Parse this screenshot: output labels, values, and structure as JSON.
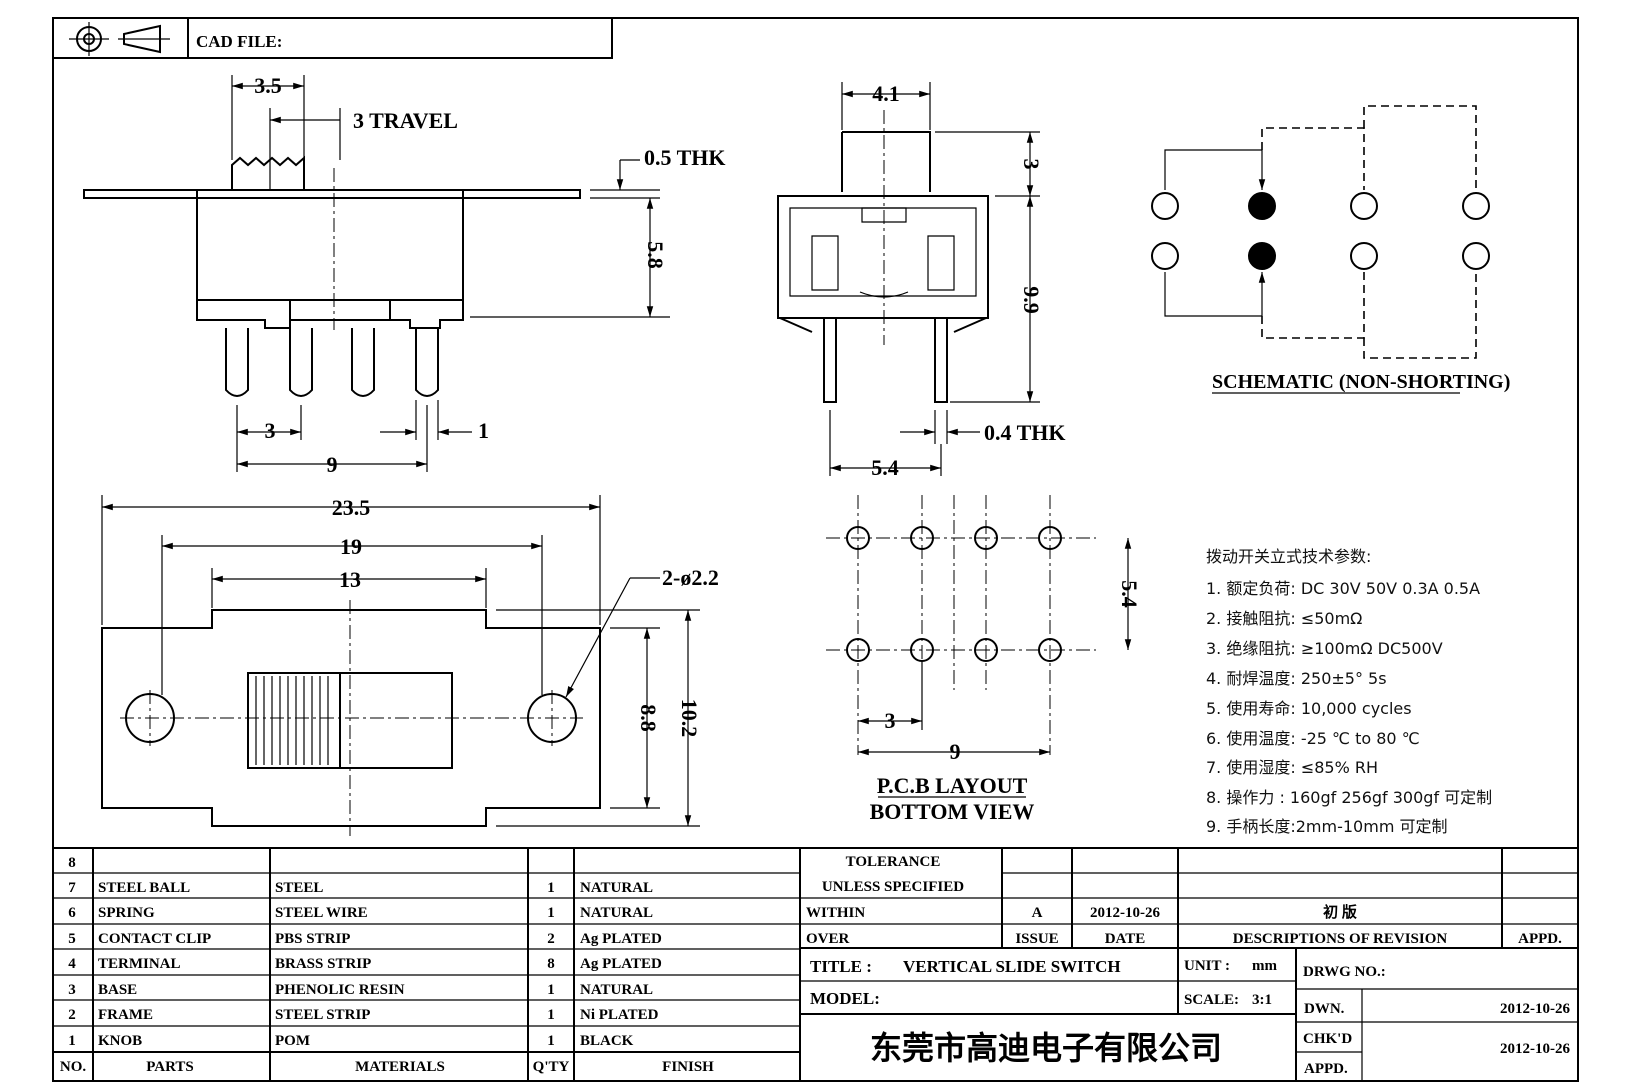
{
  "header": {
    "cad_file_label": "CAD FILE:"
  },
  "side_view": {
    "dims": {
      "knob_width": "3.5",
      "travel": "3 TRAVEL",
      "thickness": "0.5 THK",
      "height": "5.8",
      "pin_pitch": "3",
      "pin_width": "1",
      "pin_span": "9"
    }
  },
  "front_view": {
    "dims": {
      "knob_width": "4.1",
      "knob_height": "3",
      "total_height": "9.9",
      "pin_thk": "0.4 THK",
      "pin_offset": "5.4"
    }
  },
  "schematic": {
    "title": "SCHEMATIC (NON-SHORTING)"
  },
  "top_view": {
    "dims": {
      "overall": "23.5",
      "hole_spacing": "19",
      "body": "13",
      "holes": "2-ø2.2",
      "height_body": "8.8",
      "height_total": "10.2"
    }
  },
  "pcb": {
    "title_line1": "P.C.B LAYOUT",
    "title_line2": "BOTTOM VIEW",
    "dims": {
      "row_spacing": "5.4",
      "pitch": "3",
      "span": "9"
    }
  },
  "specs": {
    "heading": "拨动开关立式技术参数:",
    "items": [
      "1.  额定负荷: DC 30V    50V    0.3A    0.5A",
      "2.  接触阻抗: ≤50mΩ",
      "3.  绝缘阻抗: ≥100mΩ   DC500V",
      "4.  耐焊温度: 250±5°  5s",
      "5.  使用寿命: 10,000 cycles",
      "6.  使用温度: -25 ℃  to 80 ℃",
      "7.  使用湿度: ≤85% RH",
      "8.  操作力 : 160gf    256gf    300gf  可定制",
      "9.  手柄长度:2mm-10mm   可定制"
    ]
  },
  "bom": {
    "rows": [
      {
        "no": "8",
        "part": "",
        "material": "",
        "qty": "",
        "finish": ""
      },
      {
        "no": "7",
        "part": "STEEL BALL",
        "material": "STEEL",
        "qty": "1",
        "finish": "NATURAL"
      },
      {
        "no": "6",
        "part": "SPRING",
        "material": "STEEL WIRE",
        "qty": "1",
        "finish": "NATURAL"
      },
      {
        "no": "5",
        "part": "CONTACT CLIP",
        "material": "PBS STRIP",
        "qty": "2",
        "finish": "Ag PLATED"
      },
      {
        "no": "4",
        "part": "TERMINAL",
        "material": "BRASS STRIP",
        "qty": "8",
        "finish": "Ag PLATED"
      },
      {
        "no": "3",
        "part": "BASE",
        "material": "PHENOLIC RESIN",
        "qty": "1",
        "finish": "NATURAL"
      },
      {
        "no": "2",
        "part": "FRAME",
        "material": "STEEL STRIP",
        "qty": "1",
        "finish": "Ni PLATED"
      },
      {
        "no": "1",
        "part": "KNOB",
        "material": "POM",
        "qty": "1",
        "finish": "BLACK"
      }
    ],
    "headers": {
      "no": "NO.",
      "parts": "PARTS",
      "materials": "MATERIALS",
      "qty": "Q'TY",
      "finish": "FINISH"
    }
  },
  "title_block": {
    "tolerance": "TOLERANCE",
    "unless": "UNLESS   SPECIFIED",
    "within": "WITHIN",
    "over": "OVER",
    "issue_value": "A",
    "date_value": "2012-10-26",
    "revision_value": "初  版",
    "issue_label": "ISSUE",
    "date_label": "DATE",
    "desc_label": "DESCRIPTIONS OF REVISION",
    "appd_label": "APPD.",
    "title_label": "TITLE :",
    "title_value": "VERTICAL  SLIDE  SWITCH",
    "unit_label": "UNIT :",
    "unit_value": "mm",
    "drwg_label": "DRWG NO.:",
    "model_label": "MODEL:",
    "scale_label": "SCALE:",
    "scale_value": "3:1",
    "dwn_label": "DWN.",
    "dwn_date": "2012-10-26",
    "chkd_label": "CHK'D",
    "chkd_date": "2012-10-26",
    "appd2_label": "APPD.",
    "company": "东莞市高迪电子有限公司"
  }
}
